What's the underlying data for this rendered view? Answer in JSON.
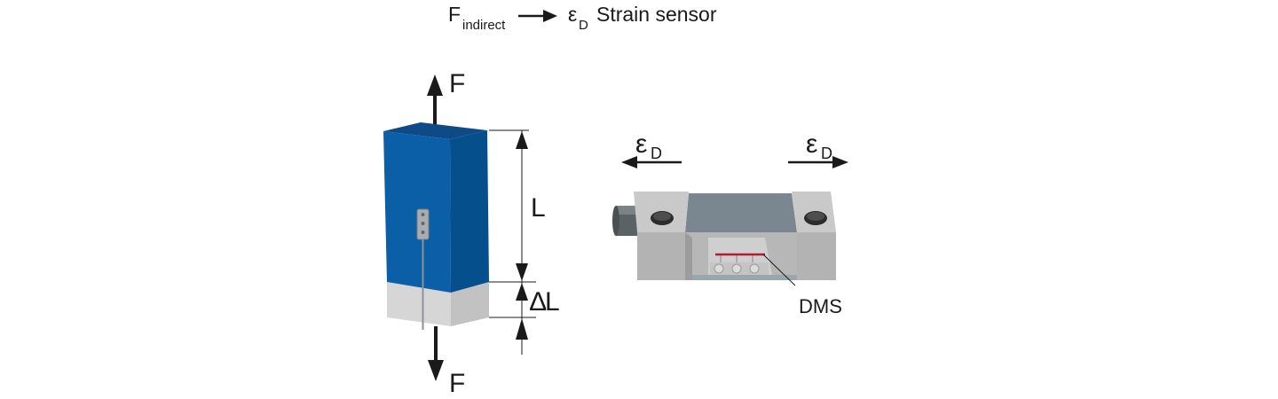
{
  "title": {
    "f_symbol": "F",
    "f_subscript": "indirect",
    "eps_symbol": "ε",
    "eps_subscript": "D",
    "text": "Strain sensor"
  },
  "left_figure": {
    "force_top": "F",
    "force_bottom": "F",
    "length_label": "L",
    "delta_symbol": "∆",
    "delta_label": "L"
  },
  "right_figure": {
    "left_arrow_symbol": "ε",
    "left_arrow_subscript": "D",
    "right_arrow_symbol": "ε",
    "right_arrow_subscript": "D",
    "callout": "DMS"
  },
  "colors": {
    "block_front": "#0a5fa6",
    "block_side": "#064f8d",
    "block_top": "#0d4a86",
    "base_grey": "#d2d2d2",
    "sensor_grey": "#bdbdbd",
    "sensor_top": "#7a8790",
    "strain_line": "#b01c2e",
    "arrow": "#1a1a1a"
  }
}
